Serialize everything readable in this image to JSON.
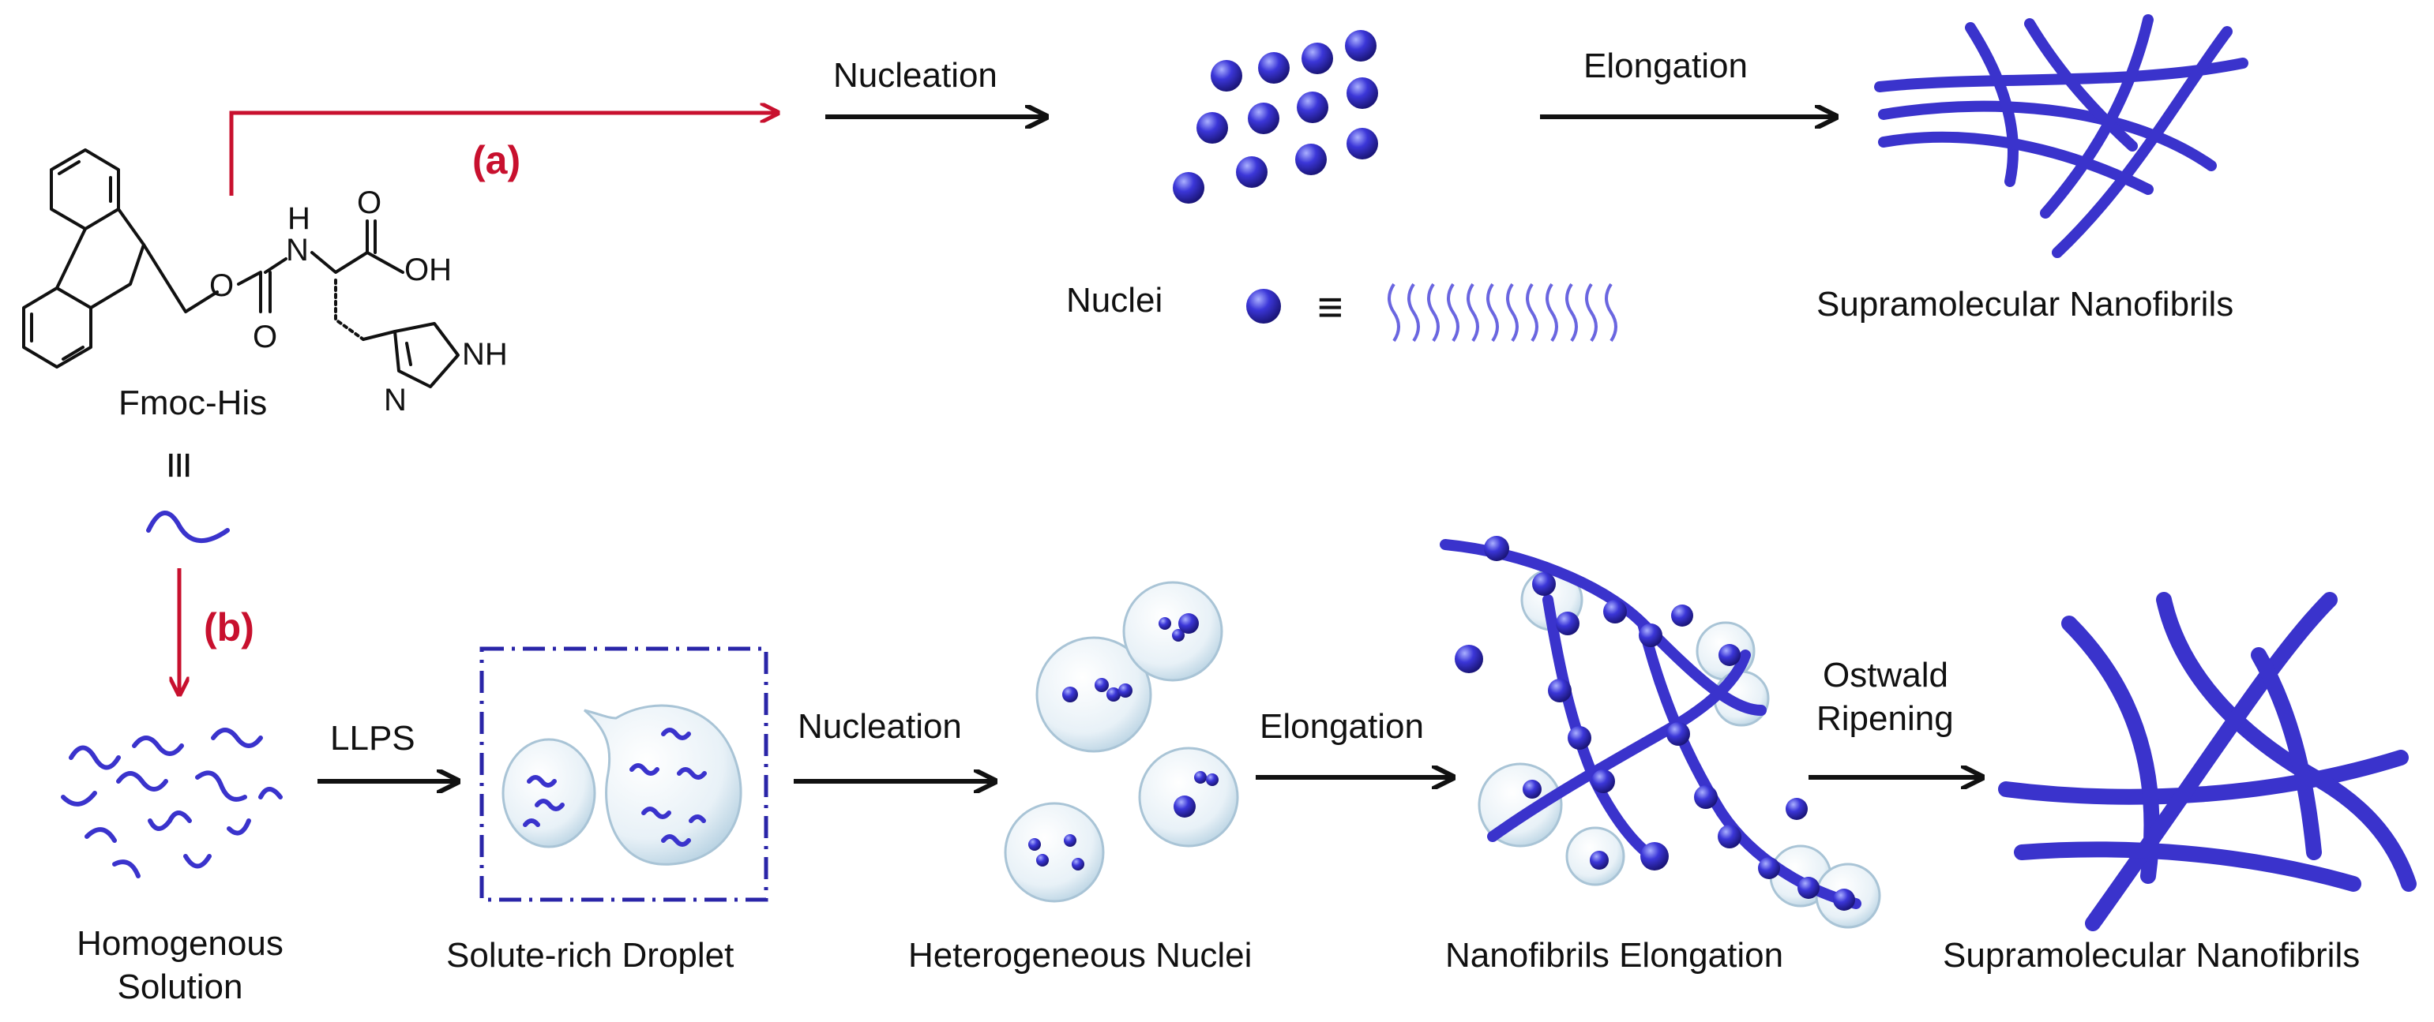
{
  "molecule": {
    "name": "Fmoc-His",
    "atoms": {
      "oxygen": "O",
      "nitrogen_h": "N",
      "hydrogen": "H",
      "carboxyl_oh": "OH",
      "imidazole_nh": "NH",
      "imidazole_n": "N"
    },
    "equivalence_symbol": "≡"
  },
  "pathway_a": {
    "tag": "(a)",
    "step1": "Nucleation",
    "step2": "Elongation",
    "nuclei_label": "Nuclei",
    "equivalence_symbol": "≡",
    "product": "Supramolecular  Nanofibrils"
  },
  "pathway_b": {
    "tag": "(b)",
    "start": "Homogenous Solution",
    "start_line1": "Homogenous",
    "start_line2": "Solution",
    "step1": "LLPS",
    "stage1": "Solute-rich  Droplet",
    "step2": "Nucleation",
    "stage2": "Heterogeneous  Nuclei",
    "step3": "Elongation",
    "stage3": "Nanofibrils  Elongation",
    "step4_line1": "Ostwald",
    "step4_line2": "Ripening",
    "product": "Supramolecular  Nanofibrils"
  },
  "colors": {
    "accent_red": "#c8102e",
    "fiber_blue": "#3a33cc",
    "text": "#111111",
    "bubble_edge": "#a9c4d6"
  },
  "icons": [
    "arrow-right-icon",
    "arrow-down-icon",
    "sphere-icon",
    "beta-sheet-icon",
    "wiggle-icon"
  ]
}
